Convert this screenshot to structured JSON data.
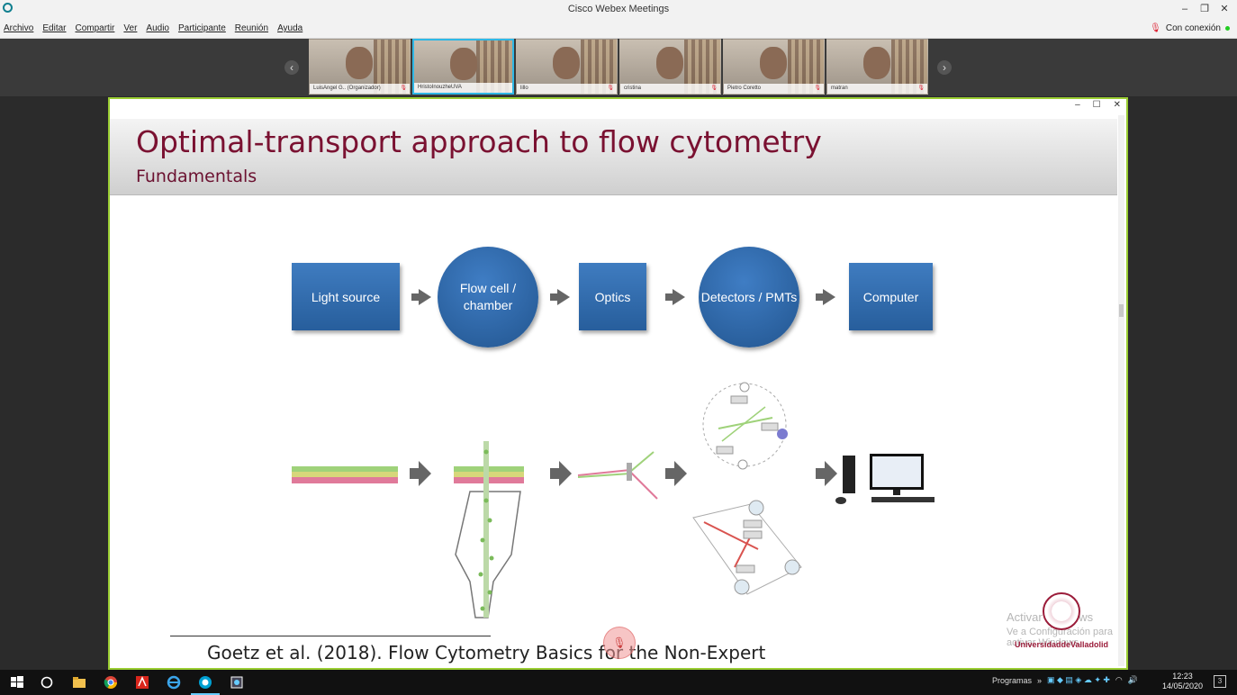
{
  "window": {
    "title": "Cisco Webex Meetings"
  },
  "menu": {
    "items": [
      "Archivo",
      "Editar",
      "Compartir",
      "Ver",
      "Audio",
      "Participante",
      "Reunión",
      "Ayuda"
    ]
  },
  "connection": {
    "label": "Con conexión"
  },
  "participants": [
    {
      "name": "LuisAngel G.. (Organizador)"
    },
    {
      "name": "HristoInouzheUVA"
    },
    {
      "name": "lillo"
    },
    {
      "name": "cristina"
    },
    {
      "name": "Pietro Coretto"
    },
    {
      "name": "matran"
    }
  ],
  "slide": {
    "title": "Optimal-transport approach to flow cytometry",
    "subtitle": "Fundamentals",
    "flow": [
      "Light source",
      "Flow cell / chamber",
      "Optics",
      "Detectors / PMTs",
      "Computer"
    ],
    "citation": "Goetz et al. (2018). Flow Cytometry Basics for the Non-Expert",
    "logo_text": "UniversidaddeValladolid"
  },
  "watermark": {
    "line1": "Activar Windows",
    "line2": "Ve a Configuración para activar Windows."
  },
  "taskbar": {
    "programs_label": "Programas",
    "time": "12:23",
    "date": "14/05/2020",
    "notif_count": "3"
  },
  "colors": {
    "title": "#7a1131",
    "flow_blue": "#2f6aac",
    "active_tile": "#2fb8e6",
    "share_border": "#9acd32"
  }
}
